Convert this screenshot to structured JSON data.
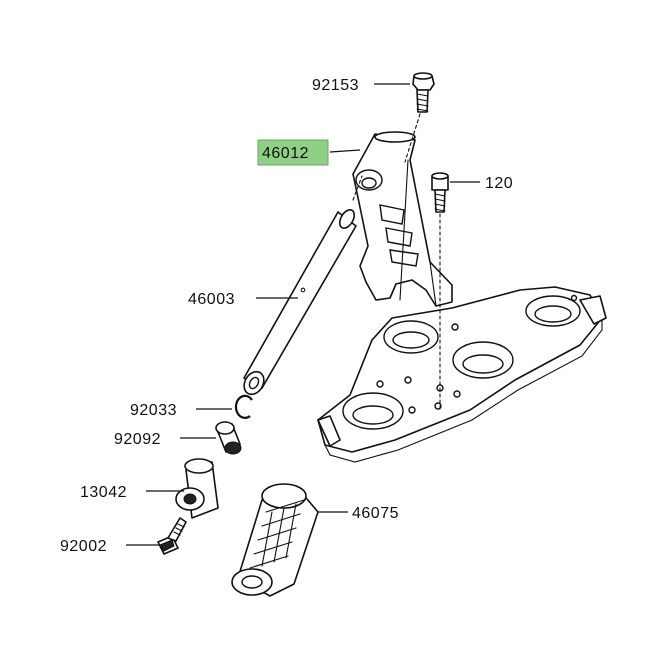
{
  "parts": [
    {
      "id": "p92153",
      "number": "92153",
      "highlighted": false
    },
    {
      "id": "p46012",
      "number": "46012",
      "highlighted": true
    },
    {
      "id": "p120",
      "number": "120",
      "highlighted": false
    },
    {
      "id": "p46003",
      "number": "46003",
      "highlighted": false
    },
    {
      "id": "p92033",
      "number": "92033",
      "highlighted": false
    },
    {
      "id": "p92092",
      "number": "92092",
      "highlighted": false
    },
    {
      "id": "p13042",
      "number": "13042",
      "highlighted": false
    },
    {
      "id": "p46075",
      "number": "46075",
      "highlighted": false
    },
    {
      "id": "p92002",
      "number": "92002",
      "highlighted": false
    }
  ],
  "colors": {
    "highlight": "#8fcf86",
    "line": "#111111",
    "background": "#ffffff"
  }
}
